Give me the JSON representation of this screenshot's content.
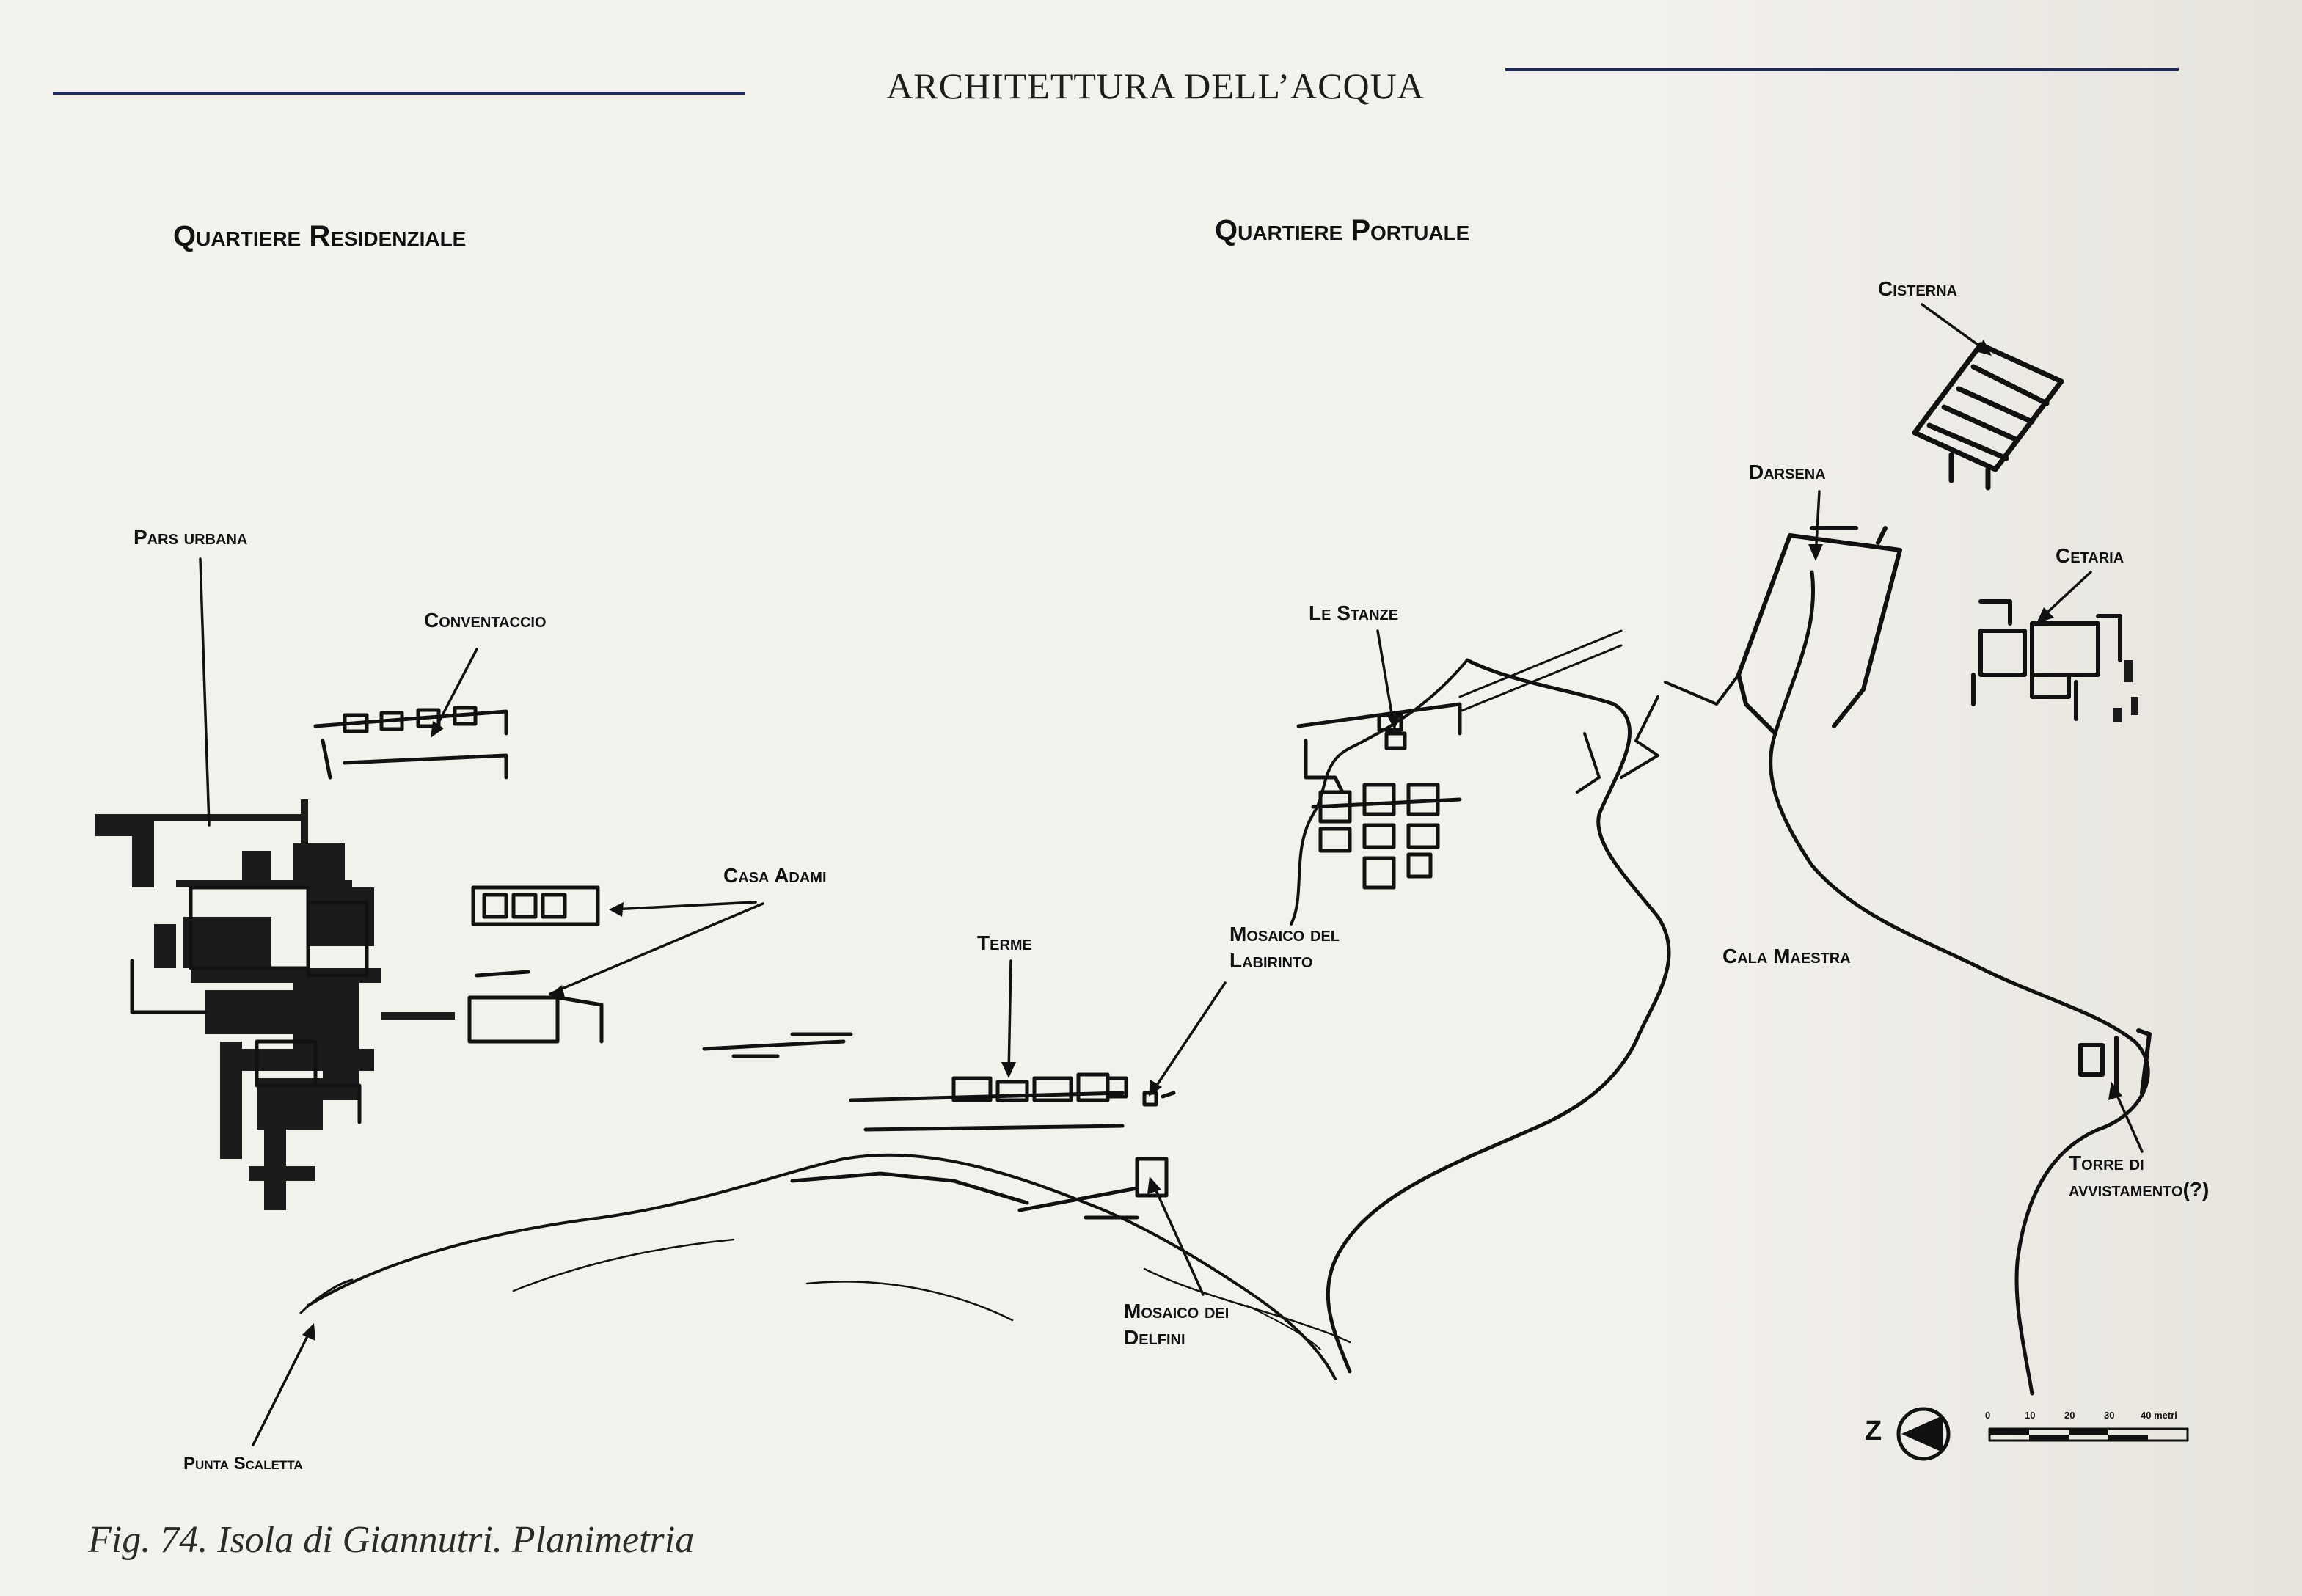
{
  "header": {
    "title": "ARCHITETTURA DELL’ACQUA"
  },
  "sections": {
    "residential": "Quartiere Residenziale",
    "port": "Quartiere Portuale"
  },
  "labels": {
    "pars_urbana": "Pars urbana",
    "conventaccio": "Conventaccio",
    "casa_adami": "Casa Adami",
    "terme": "Terme",
    "mosaico_labirinto_1": "Mosaico del",
    "mosaico_labirinto_2": "Labirinto",
    "le_stanze": "Le Stanze",
    "darsena": "Darsena",
    "cisterna": "Cisterna",
    "cetaria": "Cetaria",
    "cala_maestra": "Cala Maestra",
    "torre_1": "Torre di",
    "torre_2": "avvistamento(?)",
    "mosaico_delfini_1": "Mosaico dei",
    "mosaico_delfini_2": "Delfini",
    "punta_scaletta": "Punta Scaletta"
  },
  "compass": {
    "letter": "Z"
  },
  "scale": {
    "ticks": [
      "0",
      "10",
      "20",
      "30",
      "40 metri"
    ]
  },
  "caption": "Fig. 74. Isola di Giannutri. Planimetria",
  "colors": {
    "rule": "#1d2a5a",
    "ink": "#111111",
    "paper": "#f3f1ec"
  }
}
